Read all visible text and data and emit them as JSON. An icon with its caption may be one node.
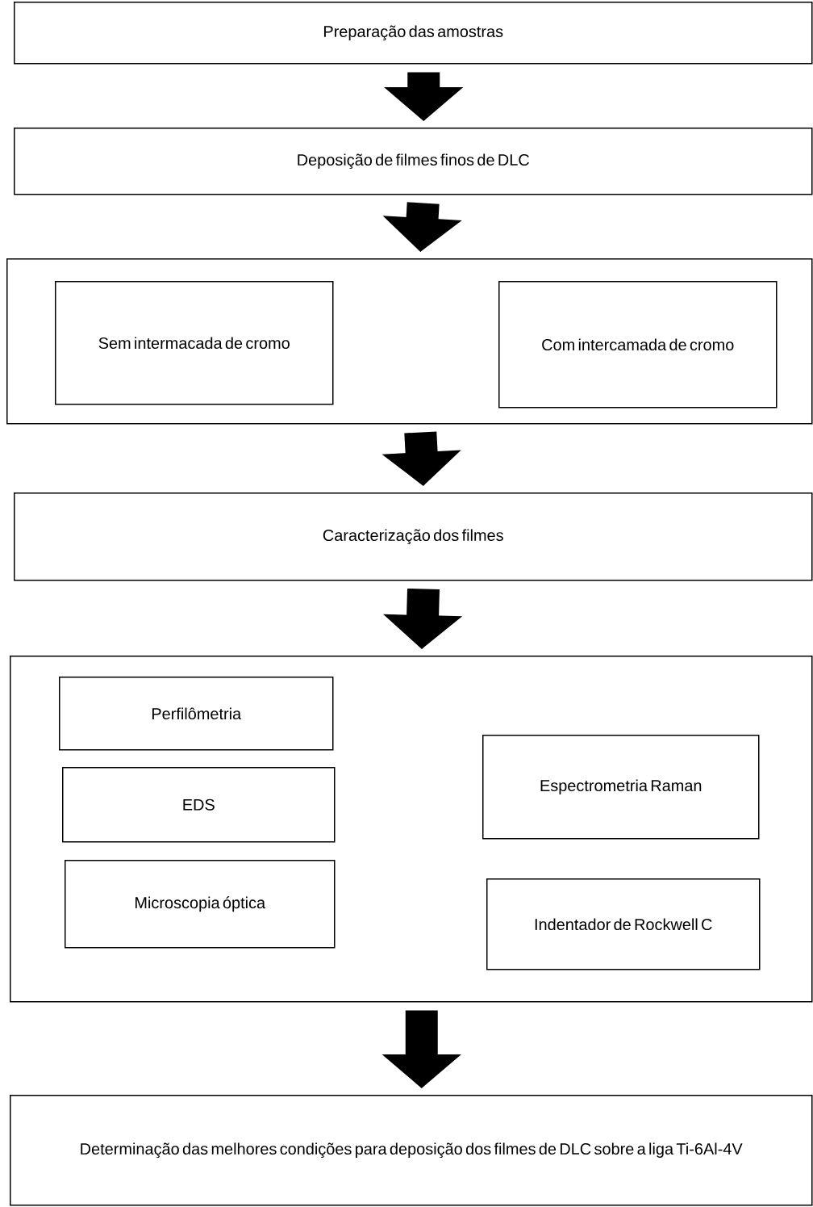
{
  "diagram": {
    "nodes": [
      {
        "text": [
          "Preparação das amostras"
        ]
      },
      {
        "text": [
          "Deposição de filmes finos de DLC"
        ]
      },
      {
        "text": [],
        "shape": "box"
      },
      {
        "text": [
          "Sem intermacada de cromo"
        ],
        "in": 2
      },
      {
        "text": [
          "Com intercamada de cromo"
        ],
        "in": 2
      },
      {
        "text": [
          "Caracterização dos filmes"
        ]
      },
      {
        "text": [],
        "shape": "box"
      },
      {
        "text": [
          "Perfilômetria"
        ],
        "in": 6
      },
      {
        "text": [
          "EDS"
        ],
        "in": 6
      },
      {
        "text": [
          "Microscopia óptica"
        ],
        "in": 6
      },
      {
        "text": [
          "Espectrometria Raman"
        ],
        "in": 6
      },
      {
        "text": [
          "Indentador de Rockwell C"
        ],
        "in": 6
      },
      {
        "text": [
          "Determinação das melhores condições para deposição dos filmes de DLC sobre a liga Ti-6Al-4V"
        ]
      }
    ],
    "edges": [
      {
        "from": 0,
        "to": 1,
        "arrow": "to"
      },
      {
        "from": 1,
        "to": 2,
        "arrow": "to"
      },
      {
        "from": 2,
        "to": 5,
        "arrow": "to"
      },
      {
        "from": 5,
        "to": 6,
        "arrow": "to"
      },
      {
        "from": 6,
        "to": 12,
        "arrow": "to"
      }
    ]
  }
}
